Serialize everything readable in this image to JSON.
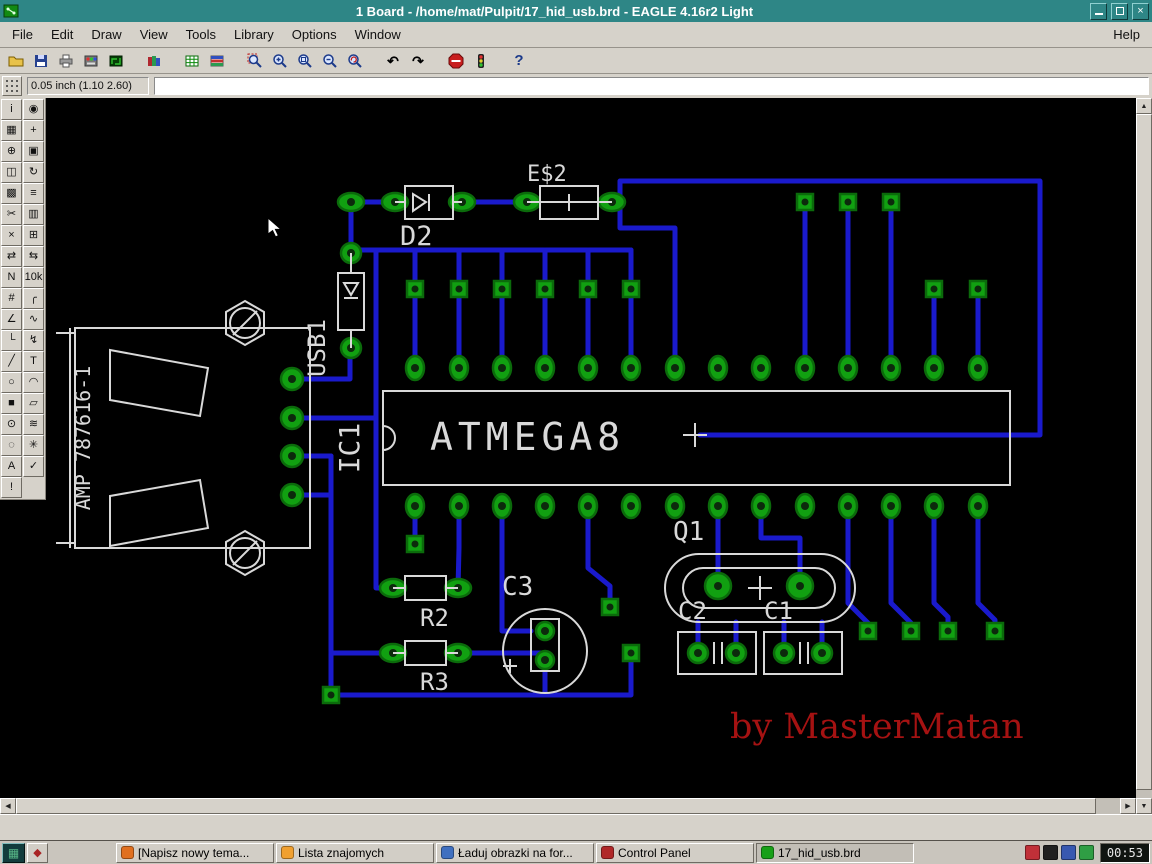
{
  "window": {
    "title": "1 Board - /home/mat/Pulpit/17_hid_usb.brd - EAGLE 4.16r2 Light",
    "close_glyph": "×"
  },
  "menubar": {
    "items": [
      {
        "id": "menu-file",
        "label": "File"
      },
      {
        "id": "menu-edit",
        "label": "Edit"
      },
      {
        "id": "menu-draw",
        "label": "Draw"
      },
      {
        "id": "menu-view",
        "label": "View"
      },
      {
        "id": "menu-tools",
        "label": "Tools"
      },
      {
        "id": "menu-library",
        "label": "Library"
      },
      {
        "id": "menu-options",
        "label": "Options"
      },
      {
        "id": "menu-window",
        "label": "Window"
      }
    ],
    "help": "Help"
  },
  "toolbar": {
    "glyphs": {
      "undo": "↶",
      "redo": "↷",
      "help": "?"
    }
  },
  "parambar": {
    "coords": "0.05 inch (1.10 2.60)",
    "command_value": ""
  },
  "palette": {
    "tools": [
      {
        "name": "tool-info",
        "glyph": "i"
      },
      {
        "name": "tool-show",
        "glyph": "◉"
      },
      {
        "name": "tool-display",
        "glyph": "▦"
      },
      {
        "name": "tool-mark",
        "glyph": "+"
      },
      {
        "name": "tool-move",
        "glyph": "⊕"
      },
      {
        "name": "tool-copy",
        "glyph": "▣"
      },
      {
        "name": "tool-mirror",
        "glyph": "◫"
      },
      {
        "name": "tool-rotate",
        "glyph": "↻"
      },
      {
        "name": "tool-group",
        "glyph": "▩"
      },
      {
        "name": "tool-change",
        "glyph": "≡"
      },
      {
        "name": "tool-cut",
        "glyph": "✂"
      },
      {
        "name": "tool-paste",
        "glyph": "▥"
      },
      {
        "name": "tool-delete",
        "glyph": "×"
      },
      {
        "name": "tool-add",
        "glyph": "⊞"
      },
      {
        "name": "tool-pinswap",
        "glyph": "⇄"
      },
      {
        "name": "tool-replace",
        "glyph": "⇆"
      },
      {
        "name": "tool-name",
        "glyph": "N"
      },
      {
        "name": "tool-value",
        "glyph": "10k"
      },
      {
        "name": "tool-smash",
        "glyph": "#"
      },
      {
        "name": "tool-miter",
        "glyph": "╭"
      },
      {
        "name": "tool-split",
        "glyph": "∠"
      },
      {
        "name": "tool-optimize",
        "glyph": "∿"
      },
      {
        "name": "tool-route",
        "glyph": "└"
      },
      {
        "name": "tool-ripup",
        "glyph": "↯"
      },
      {
        "name": "tool-wire",
        "glyph": "╱"
      },
      {
        "name": "tool-text",
        "glyph": "T"
      },
      {
        "name": "tool-circle",
        "glyph": "○"
      },
      {
        "name": "tool-arc",
        "glyph": "◠"
      },
      {
        "name": "tool-rect",
        "glyph": "■"
      },
      {
        "name": "tool-polygon",
        "glyph": "▱"
      },
      {
        "name": "tool-via",
        "glyph": "⊙"
      },
      {
        "name": "tool-signal",
        "glyph": "≋"
      },
      {
        "name": "tool-hole",
        "glyph": "◌"
      },
      {
        "name": "tool-ratsnest",
        "glyph": "✳"
      },
      {
        "name": "tool-auto",
        "glyph": "A"
      },
      {
        "name": "tool-drc",
        "glyph": "✓"
      },
      {
        "name": "tool-errors",
        "glyph": "!"
      }
    ]
  },
  "board": {
    "refs": {
      "e2": "E$2",
      "d2": "D2",
      "usb1": "USB1",
      "ic1": "IC1",
      "atmega": "ATMEGA8",
      "q1": "Q1",
      "c1": "C1",
      "c2": "C2",
      "c3": "C3",
      "r2": "R2",
      "r3": "R3",
      "amp": "AMP 787616-1"
    },
    "credit": "by MasterMatan",
    "colors": {
      "titlebar": "#2e8686",
      "trace": "#1a1acc",
      "pad": "#11a011",
      "silkscreen": "#d9d9d9",
      "credit_text": "#a51212",
      "canvas": "#000000"
    }
  },
  "taskbar": {
    "tasks": [
      {
        "id": "task-napisz",
        "label": "[Napisz nowy tema...",
        "cls": "task-btn",
        "icon_style": "background:#e07020"
      },
      {
        "id": "task-lista",
        "label": "Lista znajomych",
        "cls": "task-btn",
        "icon_style": "background:#f0a030"
      },
      {
        "id": "task-laduj",
        "label": "Ładuj obrazki na for...",
        "cls": "task-btn",
        "icon_style": "background:#4070c0"
      },
      {
        "id": "task-control-panel",
        "label": "Control Panel",
        "cls": "task-btn",
        "icon_style": "background:#b02828"
      },
      {
        "id": "task-eagle-board",
        "label": "17_hid_usb.brd",
        "cls": "task-btn active",
        "icon_style": "background:#18a018"
      }
    ],
    "tray": [
      {
        "name": "tray-icon-red",
        "style": "background:#c03038"
      },
      {
        "name": "tray-icon-dark",
        "style": "background:#202020"
      },
      {
        "name": "tray-icon-blue",
        "style": "background:#3858b0"
      },
      {
        "name": "tray-icon-green",
        "style": "background:#2f9e44"
      }
    ],
    "clock": "00:53"
  }
}
